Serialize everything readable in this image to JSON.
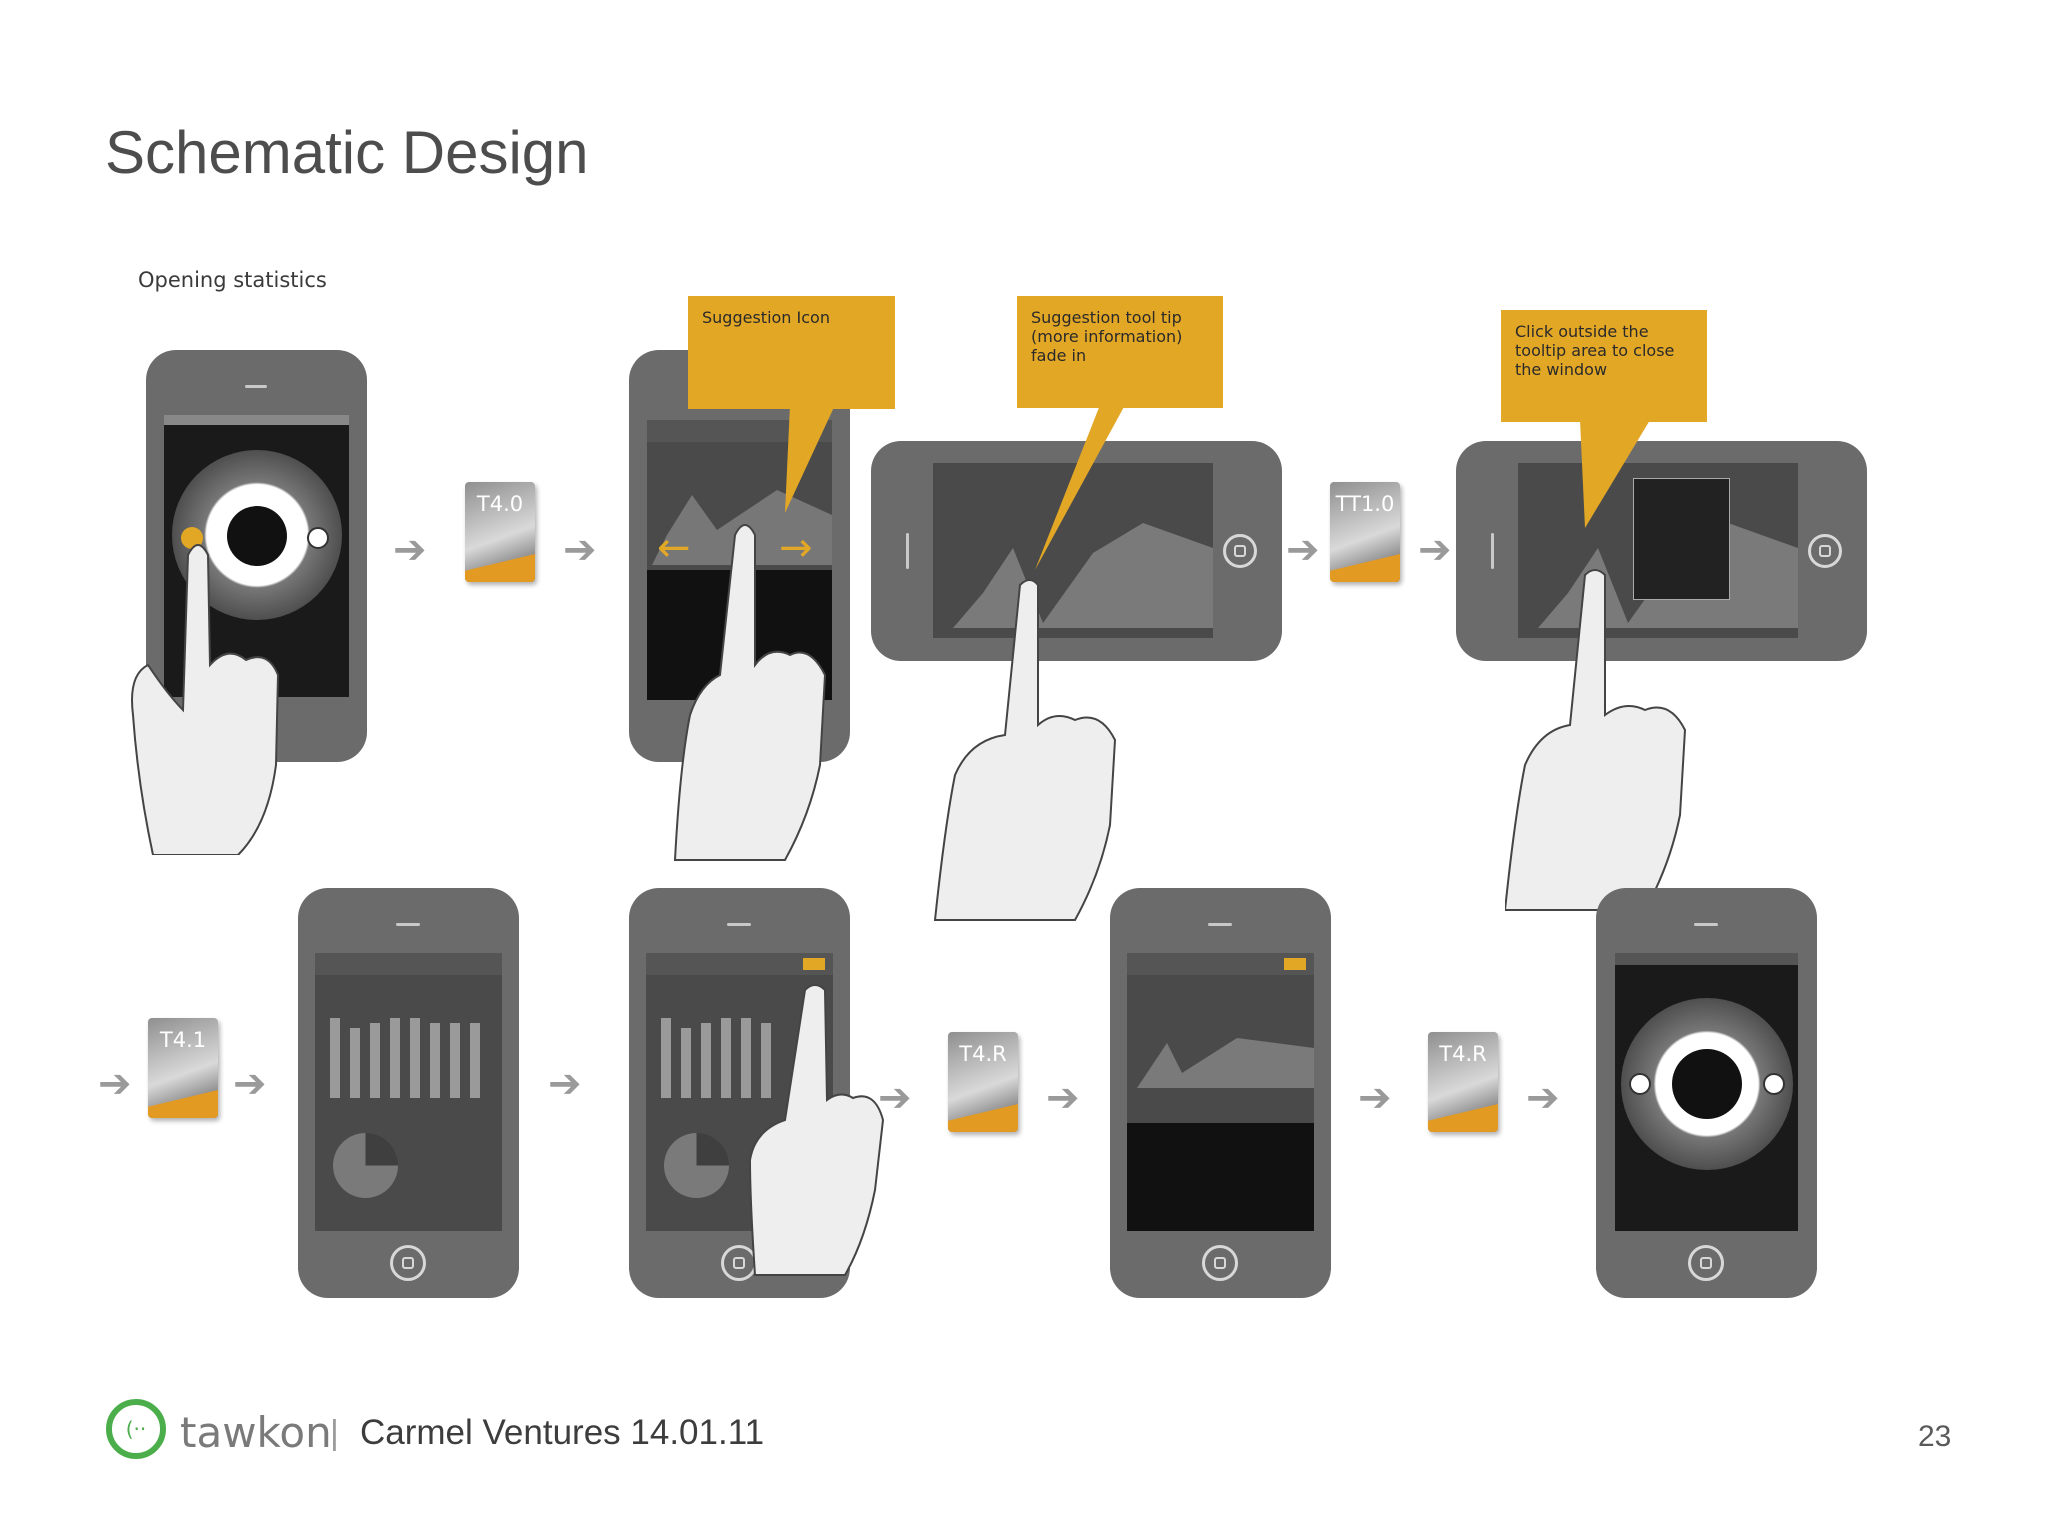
{
  "title": "Schematic Design",
  "subtitle": "Opening statistics",
  "tags": {
    "t40": "T4.0",
    "tt10": "TT1.0",
    "t41": "T4.1",
    "t4r_a": "T4.R",
    "t4r_b": "T4.R"
  },
  "callouts": {
    "suggestion_icon": "Suggestion Icon",
    "suggestion_tooltip": "Suggestion tool tip\n(more information)\nfade in",
    "click_outside": "Click outside the\ntooltip area to close\nthe window"
  },
  "footer": {
    "brand": "tawkon",
    "separator": "|",
    "event": "Carmel Ventures 14.01.11",
    "page_number": "23"
  },
  "colors": {
    "accent": "#e3a726",
    "phone": "#6b6b6b",
    "text": "#4d4d4d"
  }
}
